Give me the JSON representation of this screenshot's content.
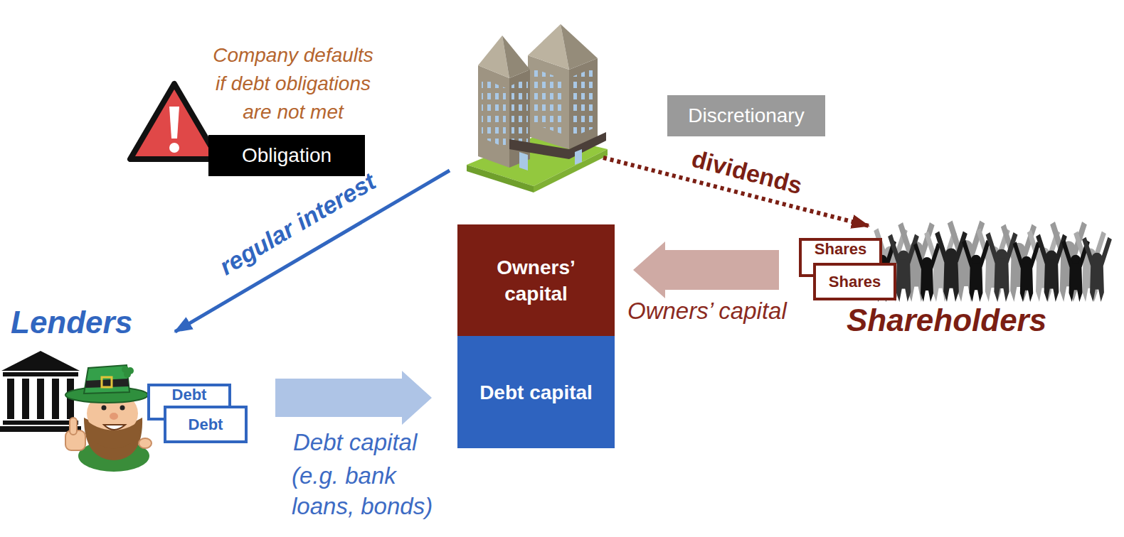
{
  "diagram": {
    "nodes": [
      {
        "text": [
          "Obligation"
        ]
      },
      {
        "text": [
          "Discretionary"
        ]
      },
      {
        "text": [
          "Owners’ capital"
        ]
      },
      {
        "text": [
          "Shareholders"
        ]
      },
      {
        "text": [
          "Shares"
        ],
        "in": 3
      },
      {
        "text": [
          "Shares"
        ],
        "in": 3
      },
      {
        "text": [
          "Lenders"
        ]
      },
      {
        "text": [
          "Debt"
        ],
        "in": 6
      },
      {
        "text": [
          "Debt"
        ],
        "in": 6
      },
      {
        "text": [
          "Debt capital"
        ]
      }
    ],
    "edges": [
      {
        "from": 3,
        "to": 2,
        "arrow": "to",
        "label": "Owners’ capital"
      },
      {
        "from": 6,
        "to": 9,
        "arrow": "to",
        "label": "Debt capital"
      }
    ],
    "labels": [
      "Company defaults if debt obligations are not met",
      "regular interest",
      "dividends",
      "(e.g. bank loans, bonds)"
    ]
  }
}
